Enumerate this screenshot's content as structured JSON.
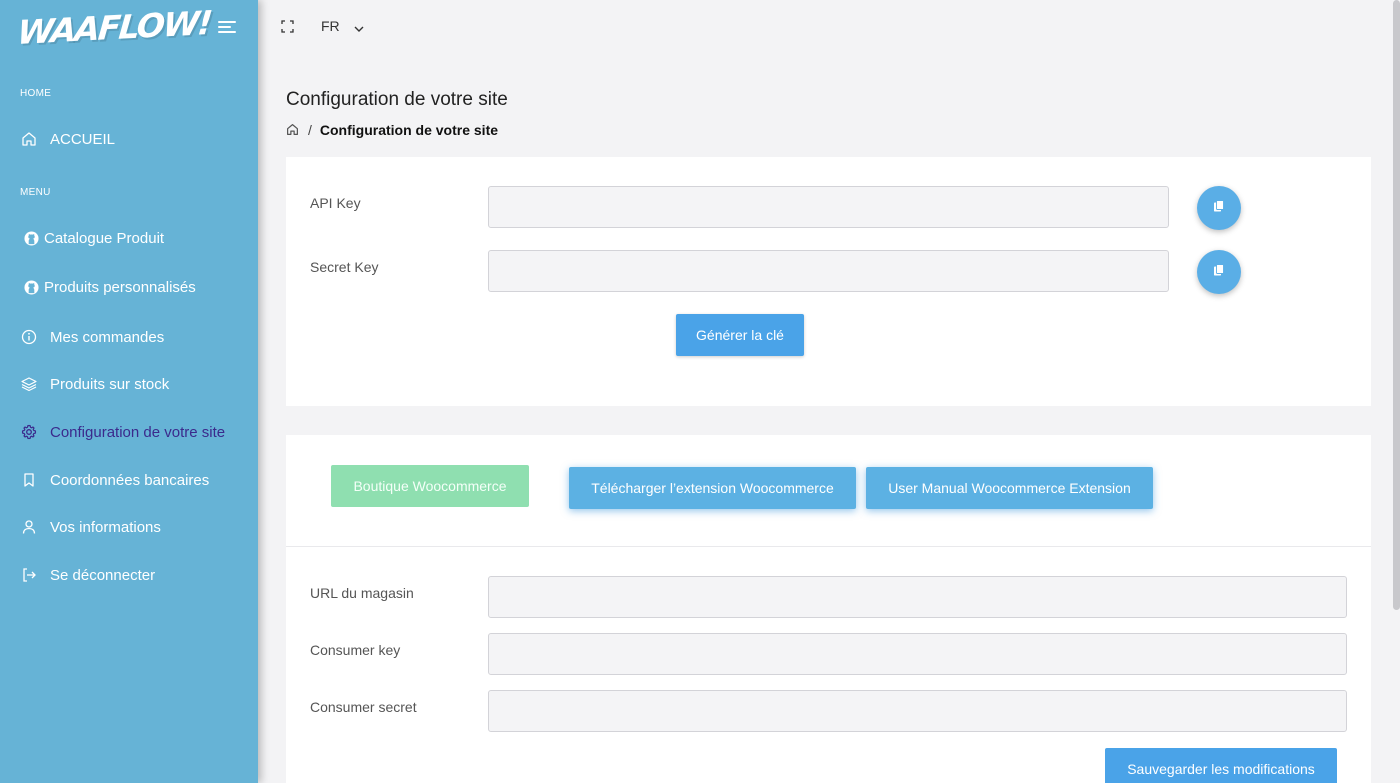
{
  "brand": {
    "logo_text": "WAAFLOW!"
  },
  "sidebar": {
    "section_home": "HOME",
    "section_menu": "MENU",
    "home_item": "ACCUEIL",
    "items": [
      {
        "label": "Catalogue Produit",
        "icon": "github-icon"
      },
      {
        "label": "Produits personnalisés",
        "icon": "github-icon"
      },
      {
        "label": "Mes commandes",
        "icon": "info-circle-icon"
      },
      {
        "label": "Produits sur stock",
        "icon": "layers-icon"
      },
      {
        "label": "Configuration de votre site",
        "icon": "gear-icon"
      },
      {
        "label": "Coordonnées bancaires",
        "icon": "bookmark-icon"
      },
      {
        "label": "Vos informations",
        "icon": "user-icon"
      },
      {
        "label": "Se déconnecter",
        "icon": "logout-icon"
      }
    ],
    "active_color": "#3b2a8c",
    "bg_color": "#66b3d6"
  },
  "topbar": {
    "language": "FR"
  },
  "page": {
    "title": "Configuration de votre site",
    "breadcrumb_current": "Configuration de votre site"
  },
  "api_card": {
    "api_key_label": "API Key",
    "api_key_value": "",
    "secret_key_label": "Secret Key",
    "secret_key_value": "",
    "generate_label": "Générer la clé"
  },
  "woo_card": {
    "boutique_label": "Boutique Woocommerce",
    "download_label": "Télécharger l’extension Woocommerce",
    "manual_label": "User Manual Woocommerce Extension",
    "store_url_label": "URL du magasin",
    "store_url_value": "",
    "consumer_key_label": "Consumer key",
    "consumer_key_value": "",
    "consumer_secret_label": "Consumer secret",
    "consumer_secret_value": "",
    "save_label": "Sauvegarder les modifications"
  }
}
